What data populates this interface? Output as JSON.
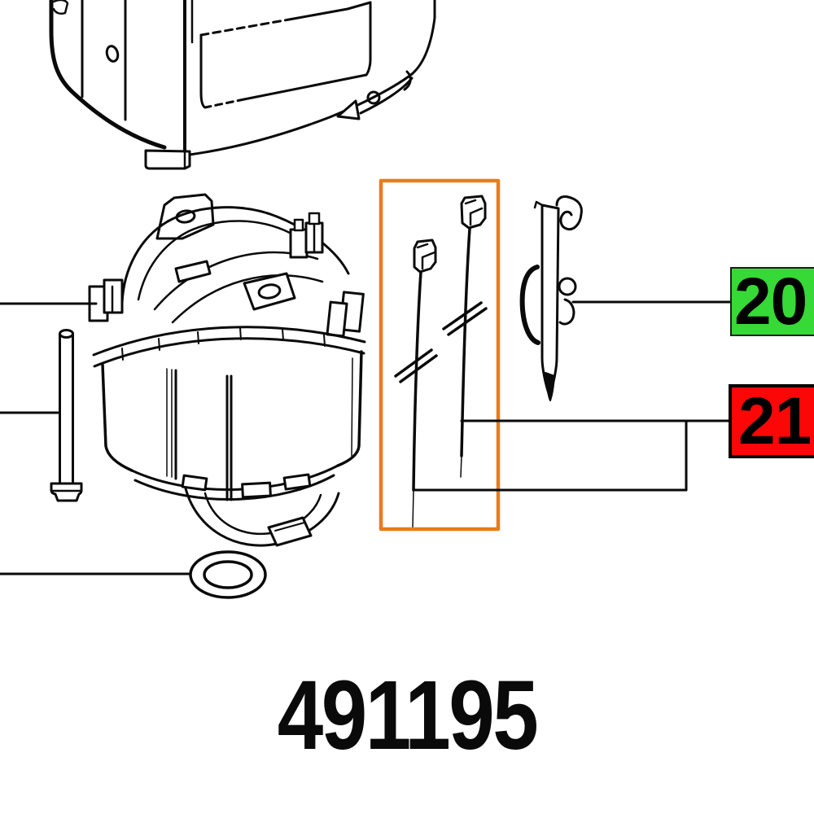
{
  "figure": {
    "type": "exploded-parts-diagram",
    "part_number": "491195",
    "background": "#ffffff",
    "line_color": "#0a0a0a",
    "highlight_box": {
      "color": "#e87c1a",
      "style": "selection-rectangle"
    },
    "callouts": [
      {
        "number": "20",
        "fill": "#36d936",
        "border": "#1d1d1d",
        "text_color": "#000000"
      },
      {
        "number": "21",
        "fill": "#fb0707",
        "border": "#000000",
        "text_color": "#000000"
      }
    ],
    "parts": [
      {
        "name": "tool-housing-partial"
      },
      {
        "name": "stator-field-coil"
      },
      {
        "name": "long-screw"
      },
      {
        "name": "o-ring-washer"
      },
      {
        "name": "lead-wire-left"
      },
      {
        "name": "lead-wire-right"
      },
      {
        "name": "brush-spring-clip"
      }
    ]
  }
}
